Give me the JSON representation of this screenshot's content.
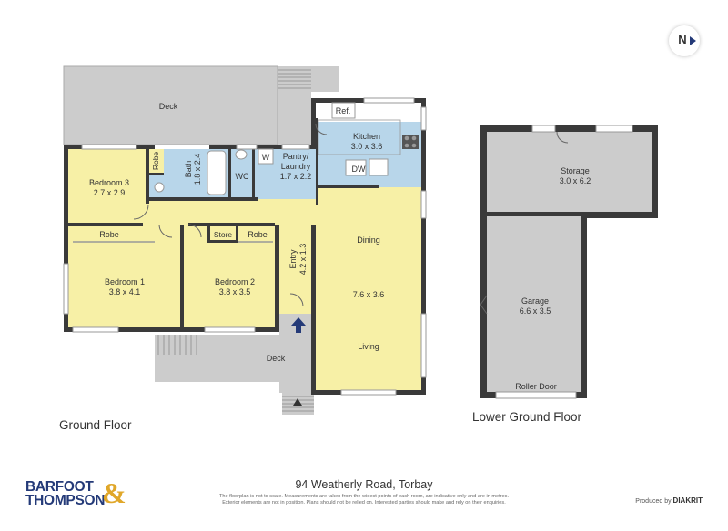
{
  "compass": {
    "label": "N"
  },
  "rooms": {
    "deck_top": "Deck",
    "ref": "Ref.",
    "kitchen": {
      "name": "Kitchen",
      "size": "3.0 x 3.6"
    },
    "robe_small": "Robe",
    "bath": {
      "name": "Bath",
      "size": "1.8 x 2.4"
    },
    "wc": "WC",
    "w": "W",
    "pantry": {
      "name": "Pantry/",
      "name2": "Laundry",
      "size": "1.7 x 2.2"
    },
    "dw": "DW",
    "bedroom3": {
      "name": "Bedroom 3",
      "size": "2.7 x 2.9"
    },
    "robe1": "Robe",
    "store": "Store",
    "robe2": "Robe",
    "entry": {
      "name": "Entry",
      "size": "4.2 x 1.3"
    },
    "dining": "Dining",
    "living_size": "7.6 x 3.6",
    "living": "Living",
    "bedroom1": {
      "name": "Bedroom 1",
      "size": "3.8 x 4.1"
    },
    "bedroom2": {
      "name": "Bedroom 2",
      "size": "3.8 x 3.5"
    },
    "deck_bottom": "Deck",
    "storage": {
      "name": "Storage",
      "size": "3.0 x 6.2"
    },
    "garage": {
      "name": "Garage",
      "size": "6.6 x 3.5"
    },
    "roller_door": "Roller Door"
  },
  "floors": {
    "ground": "Ground Floor",
    "lower": "Lower Ground Floor"
  },
  "address": "94 Weatherly Road, Torbay",
  "disclaimer": {
    "line1": "The floorplan is not to scale. Measurements are taken from the widest points of each room, are indicative only and are in metres.",
    "line2": "Exterior elements are not in position. Plans should not be relied on. Interested parties should make and rely on their enquiries."
  },
  "brand": {
    "line1": "BARFOOT",
    "line2": "THOMPSON",
    "amp": "&"
  },
  "credit": {
    "prefix": "Produced by",
    "name": "DIAKRIT"
  },
  "colors": {
    "wall": "#3a3a3a",
    "deck": "#cccccc",
    "bedroom": "#f7f0a6",
    "wet": "#b8d6ea",
    "outline": "#999999"
  }
}
